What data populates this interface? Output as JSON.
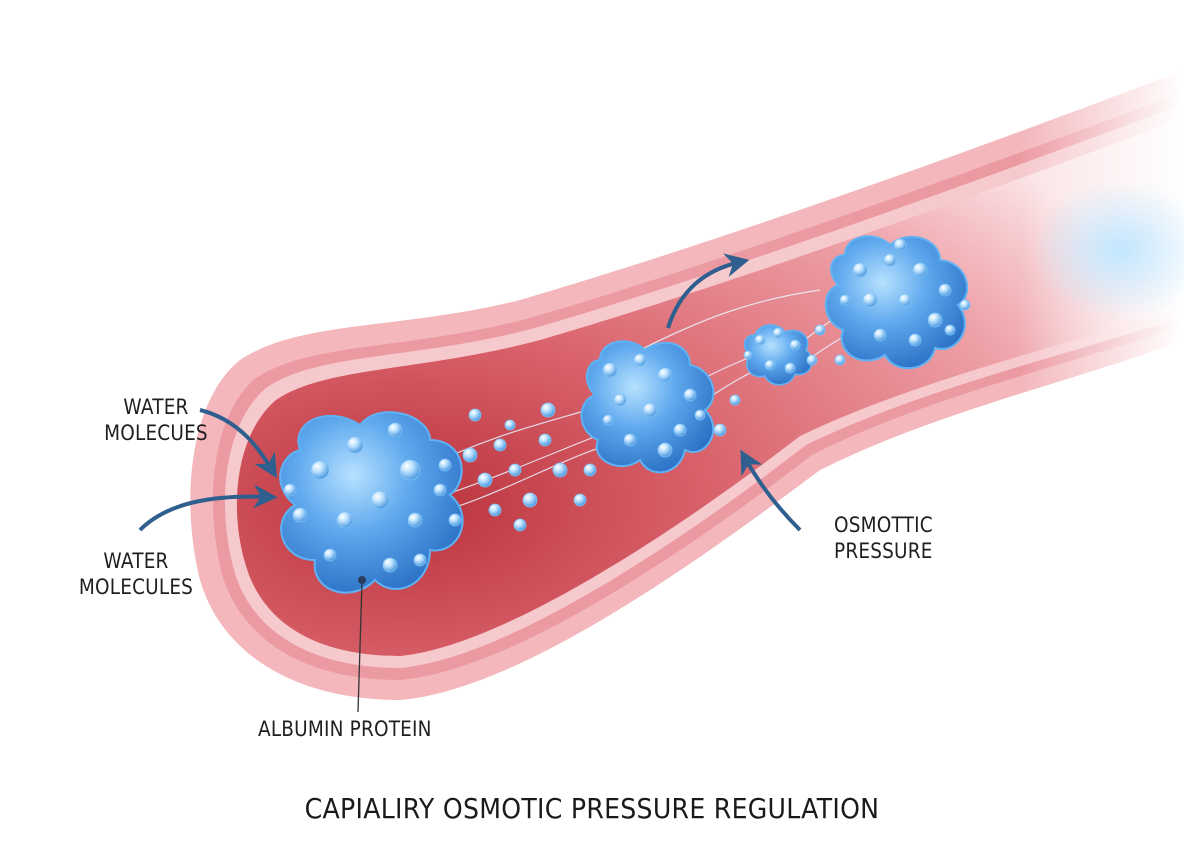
{
  "labels": {
    "water_top": [
      "WATER",
      "MOLECUES"
    ],
    "water_bottom": [
      "WATER",
      "MOLECULES"
    ],
    "albumin": "ALBUMIN PROTEIN",
    "osmotic": [
      "OSMOTTIC",
      "PRESSURE"
    ]
  },
  "title": "CAPIALIRY OSMOTIC PRESSURE REGULATION",
  "colors": {
    "vessel_outer": "#f3b3b8",
    "vessel_wall": "#e88f98",
    "vessel_lumen": "#c9474f",
    "protein": "#3d8fe0",
    "protein_light": "#a9d8ff",
    "arrow": "#2f5f8e"
  },
  "icons": [
    "albumin-protein-cluster",
    "water-molecule-bead",
    "curved-arrow"
  ]
}
